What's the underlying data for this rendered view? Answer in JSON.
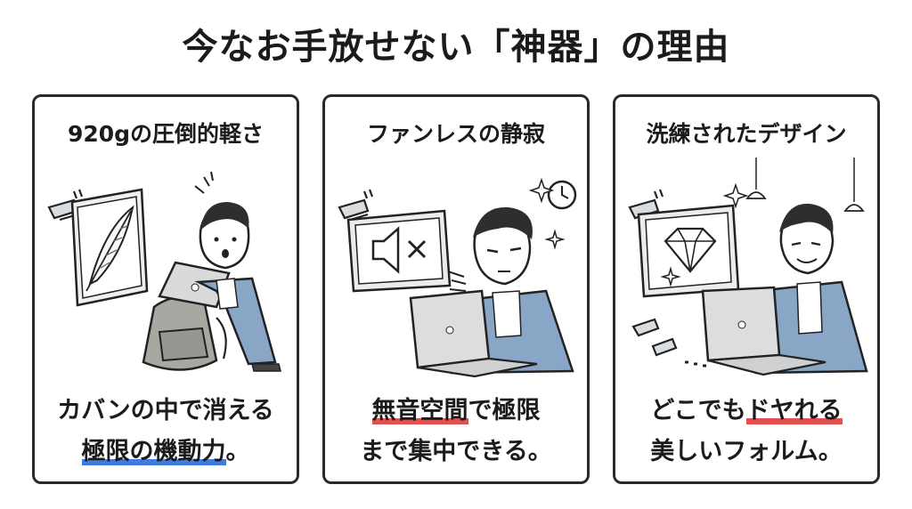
{
  "title": "今なお手放せない「神器」の理由",
  "panels": [
    {
      "heading": "920gの圧倒的軽さ",
      "caption_line1": "カバンの中で消える",
      "caption_line2_highlight": "極限の機動力",
      "caption_line2_rest": "。",
      "highlight_color": "#3f7be0",
      "icons": [
        "feather-icon",
        "backpack-icon",
        "laptop-icon"
      ]
    },
    {
      "heading": "ファンレスの静寂",
      "caption_line1_highlight": "無音空間",
      "caption_line1_rest": "で極限",
      "caption_line2": "まで集中できる。",
      "highlight_color": "#e2504f",
      "icons": [
        "mute-speaker-icon",
        "clock-icon",
        "laptop-icon"
      ]
    },
    {
      "heading": "洗練されたデザイン",
      "caption_line1_pre": "どこでも",
      "caption_line1_highlight": "ドヤれる",
      "caption_line2": "美しいフォルム。",
      "highlight_color": "#e2504f",
      "icons": [
        "diamond-icon",
        "sparkle-icon",
        "laptop-icon"
      ]
    }
  ]
}
